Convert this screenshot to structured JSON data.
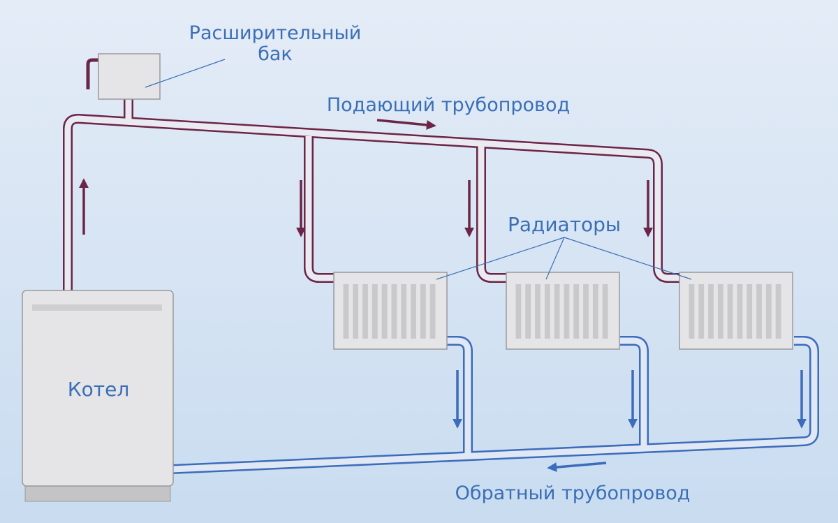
{
  "labels": {
    "expansion_tank_line1": "Расширительный",
    "expansion_tank_line2": "бак",
    "supply_pipe": "Подающий трубопровод",
    "radiators": "Радиаторы",
    "boiler": "Котел",
    "return_pipe": "Обратный трубопровод"
  },
  "colors": {
    "supply_pipe": "#6b2546",
    "return_pipe": "#3c6cbb",
    "label_text": "#3a6fb6",
    "equipment_fill": "#e5e5e7",
    "equipment_stroke": "#9a9a9d",
    "radiator_fins": "#c9c9cc"
  },
  "radiator_count": 3,
  "fins_per_radiator": 10
}
